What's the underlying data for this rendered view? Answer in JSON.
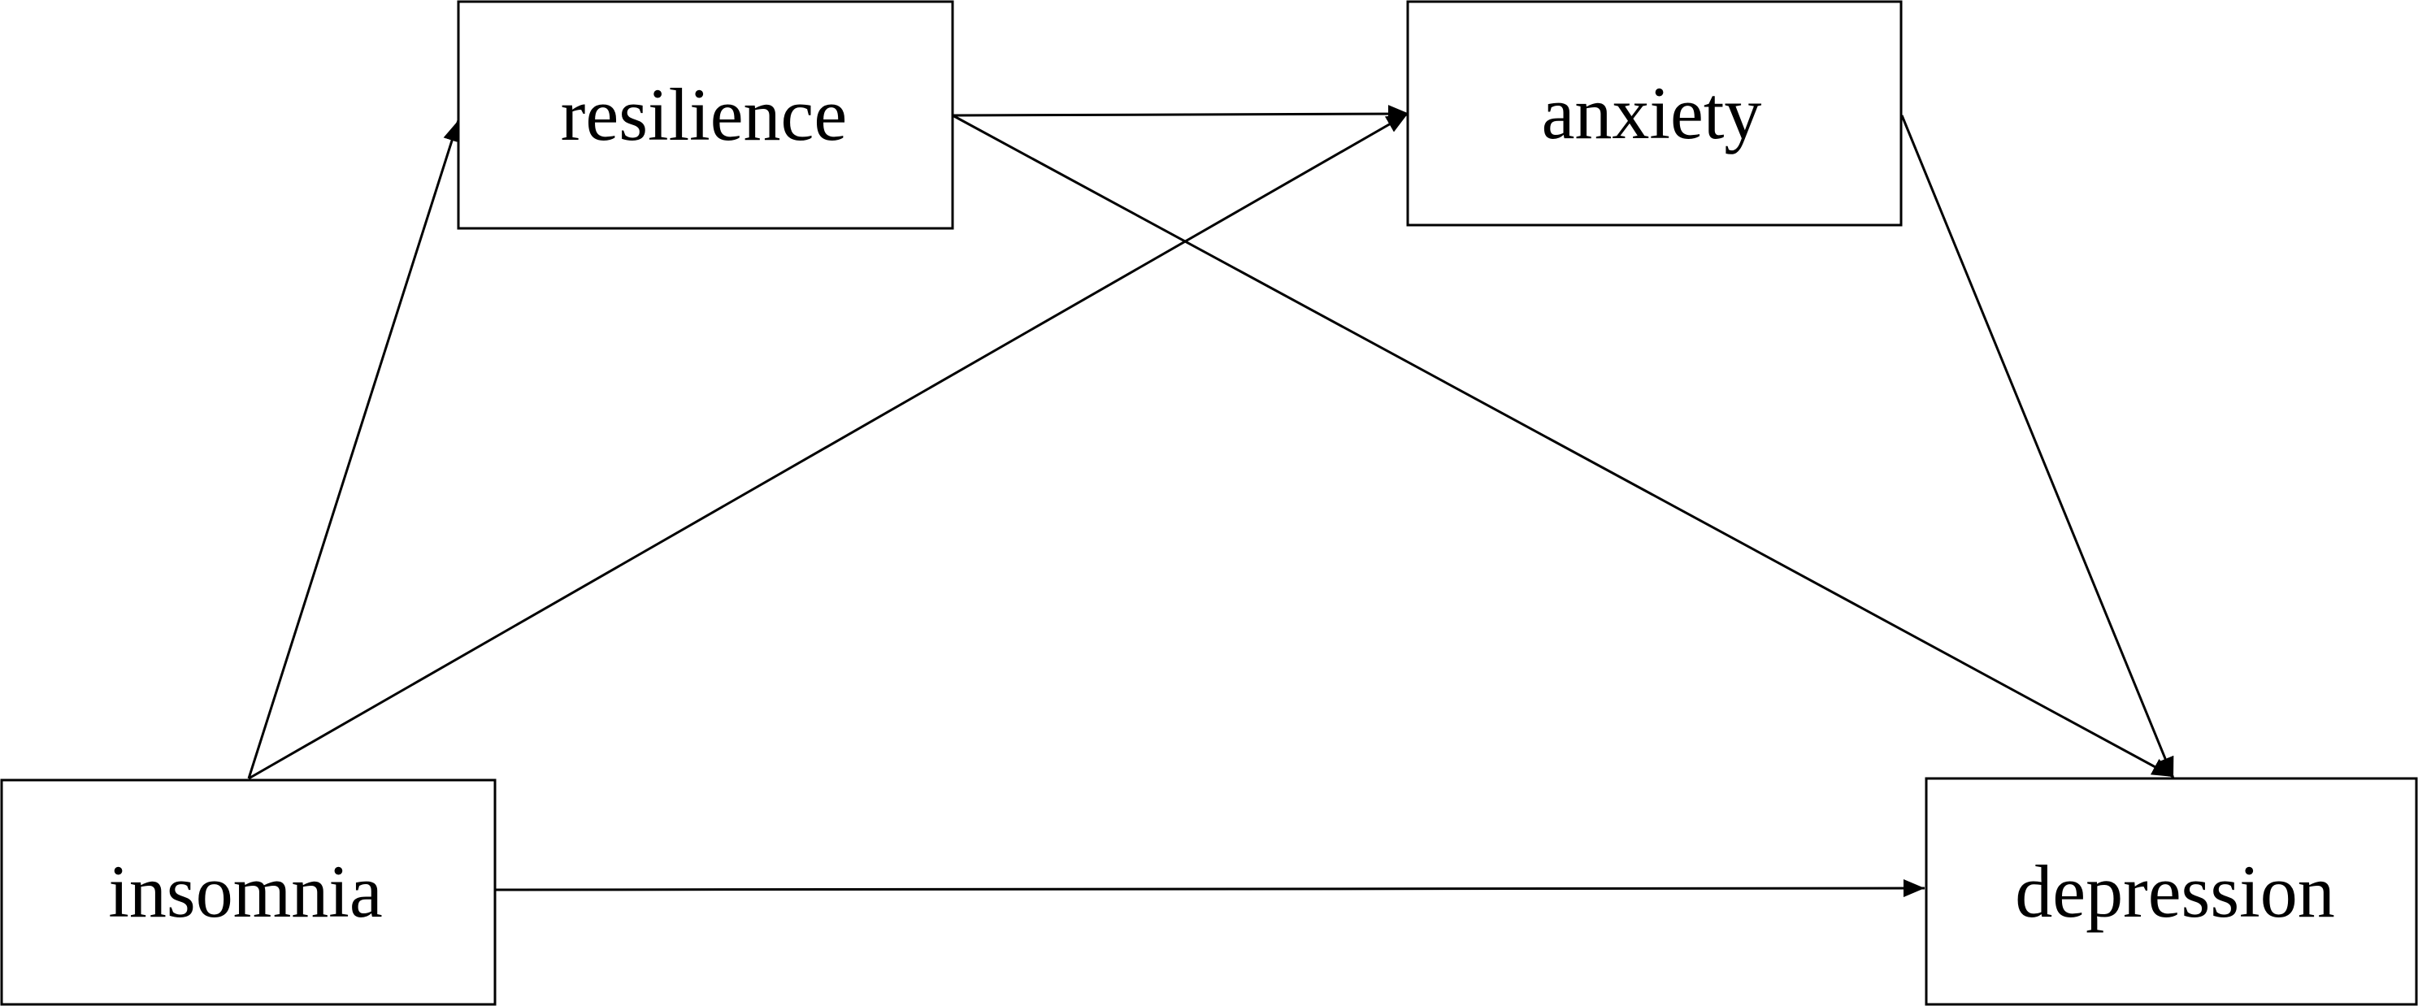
{
  "nodes": {
    "resilience": {
      "label": "resilience"
    },
    "anxiety": {
      "label": "anxiety"
    },
    "insomnia": {
      "label": "insomnia"
    },
    "depression": {
      "label": "depression"
    }
  },
  "edges": [
    {
      "from": "insomnia",
      "to": "resilience"
    },
    {
      "from": "insomnia",
      "to": "anxiety"
    },
    {
      "from": "insomnia",
      "to": "depression"
    },
    {
      "from": "resilience",
      "to": "anxiety"
    },
    {
      "from": "resilience",
      "to": "depression"
    },
    {
      "from": "anxiety",
      "to": "depression"
    }
  ],
  "colors": {
    "stroke": "#000000",
    "background": "#ffffff"
  }
}
